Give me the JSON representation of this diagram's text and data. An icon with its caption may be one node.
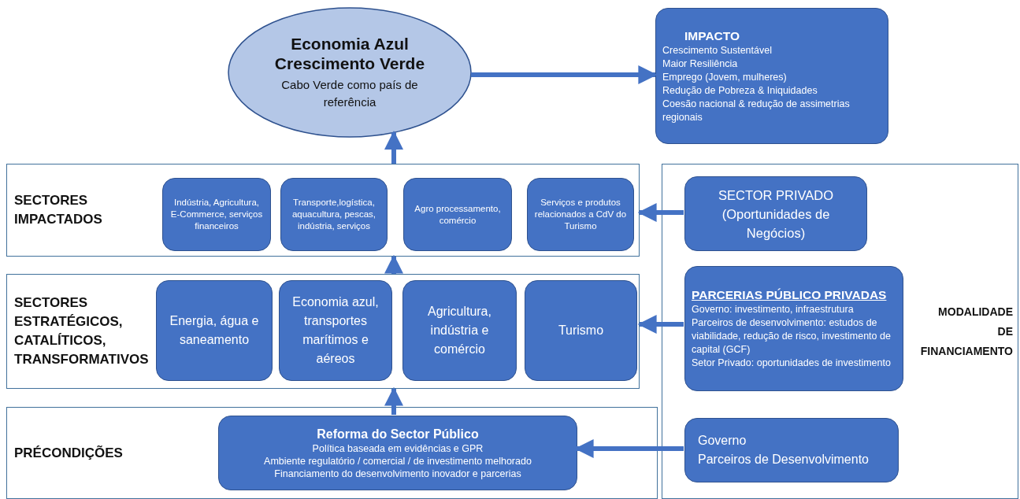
{
  "diagram": {
    "nodes": [
      {
        "text": [
          "Economia Azul Crescimento Verde",
          "Cabo Verde como país de referência"
        ]
      },
      {
        "text": [
          "IMPACTO",
          "Crescimento Sustentável",
          "Maior Resiliência",
          "Emprego (Jovem, mulheres)",
          "Redução de Pobreza & Iniquidades",
          "Coesão nacional & redução de assimetrias regionais"
        ]
      },
      {
        "text": [
          "SECTORES IMPACTADOS"
        ]
      },
      {
        "text": [
          "Indústria, Agricultura, E-Commerce, serviços financeiros"
        ],
        "in": 2
      },
      {
        "text": [
          "Transporte,logística, aquacultura, pescas, indústria, serviços"
        ],
        "in": 2
      },
      {
        "text": [
          "Agro processamento, comércio"
        ],
        "in": 2
      },
      {
        "text": [
          "Serviços e produtos relacionados a CdV do Turismo"
        ],
        "in": 2
      },
      {
        "text": [
          "SECTORES ESTRATÉGICOS, CATALÍTICOS, TRANSFORMATIVOS"
        ]
      },
      {
        "text": [
          "Energia, água e saneamento"
        ],
        "in": 7
      },
      {
        "text": [
          "Economia azul, transportes marítimos e aéreos"
        ],
        "in": 7
      },
      {
        "text": [
          "Agricultura, indústria e comércio"
        ],
        "in": 7
      },
      {
        "text": [
          "Turismo"
        ],
        "in": 7
      },
      {
        "text": [
          "PRÉCONDIÇÕES"
        ]
      },
      {
        "text": [
          "Reforma do Sector Público",
          "Política baseada em evidências e GPR",
          "Ambiente regulatório / comercial / de investimento melhorado",
          "Financiamento do desenvolvimento inovador e parcerias"
        ],
        "in": 12
      },
      {
        "text": [
          "MODALIDADE DE FINANCIAMENTO"
        ]
      },
      {
        "text": [
          "SECTOR PRIVADO (Oportunidades de Negócios)"
        ],
        "in": 14
      },
      {
        "text": [
          "PARCERIAS PÚBLICO PRIVADAS",
          "Governo: investimento, infraestrutura",
          "Parceiros de desenvolvimento: estudos de viabilidade, redução de risco, investimento de capital (GCF)",
          "Setor Privado: oportunidades de investimento"
        ],
        "in": 14
      },
      {
        "text": [
          "Governo",
          "Parceiros de Desenvolvimento"
        ],
        "in": 14
      }
    ],
    "edges": [
      {
        "from": 0,
        "to": 1,
        "arrow": "to"
      },
      {
        "from": 2,
        "to": 0,
        "arrow": "to"
      },
      {
        "from": 7,
        "to": 2,
        "arrow": "to"
      },
      {
        "from": 13,
        "to": 7,
        "arrow": "to"
      },
      {
        "from": 15,
        "to": 2,
        "arrow": "to"
      },
      {
        "from": 16,
        "to": 7,
        "arrow": "to"
      },
      {
        "from": 17,
        "to": 13,
        "arrow": "to"
      }
    ]
  }
}
